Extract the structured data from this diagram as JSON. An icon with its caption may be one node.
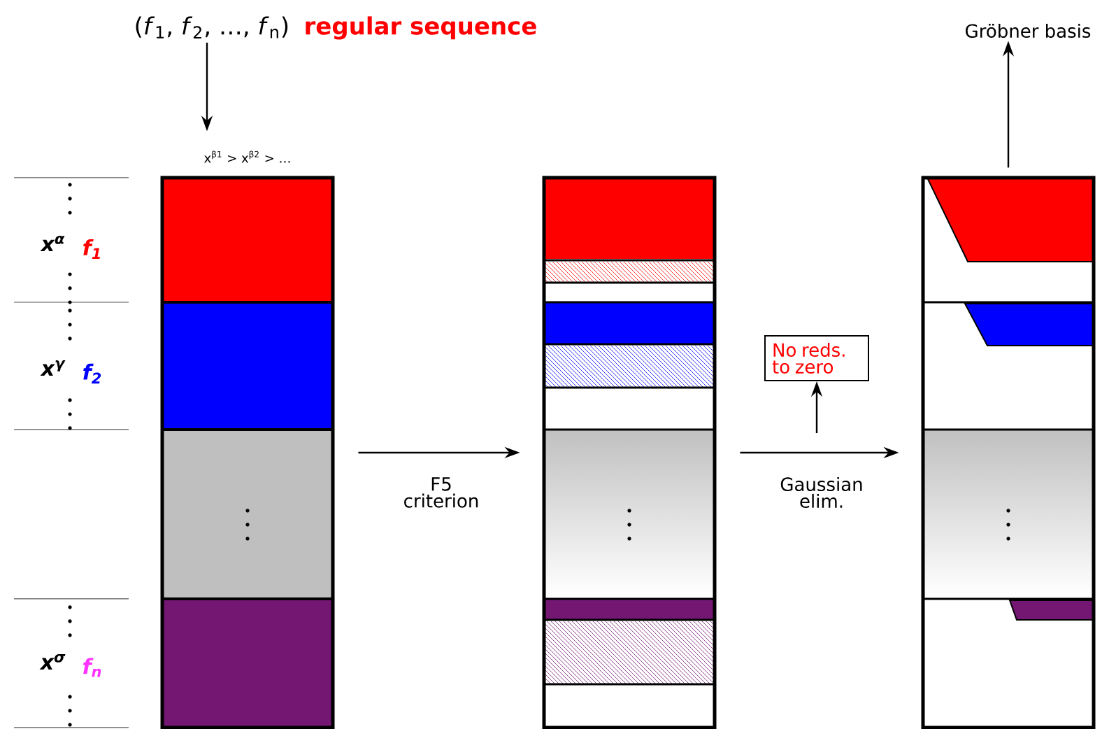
{
  "diagram": {
    "nodes": [
      {
        "text": [
          "(*f*$_{1}$, *f*$_{2}$, …, *f*$_{n}$)",
          "regular sequence"
        ]
      },
      {
        "text": [],
        "shape": "box",
        "beside": [
          "x$^{β1}$ > x$^{β2}$ > …"
        ]
      },
      {
        "text": [],
        "shape": "box"
      },
      {
        "text": [
          "No reds. to zero"
        ]
      },
      {
        "text": [],
        "shape": "box"
      },
      {
        "text": [
          "Gröbner basis"
        ]
      }
    ],
    "edges": [
      {
        "from": 0,
        "to": 1,
        "arrow": "to"
      },
      {
        "from": 1,
        "to": 2,
        "arrow": "to",
        "label": "F5 criterion"
      },
      {
        "from": 2,
        "to": 4,
        "arrow": "to",
        "label": "Gaussian elim."
      },
      {
        "from": null,
        "to": 3,
        "arrow": "to"
      },
      {
        "from": 4,
        "to": 5,
        "arrow": "to"
      }
    ],
    "labels": [
      "x$^{α}$",
      "f$_{1}$",
      "x$^{γ}$",
      "f$_{2}$",
      "x$^{σ}$",
      "f$_{n}$"
    ]
  }
}
